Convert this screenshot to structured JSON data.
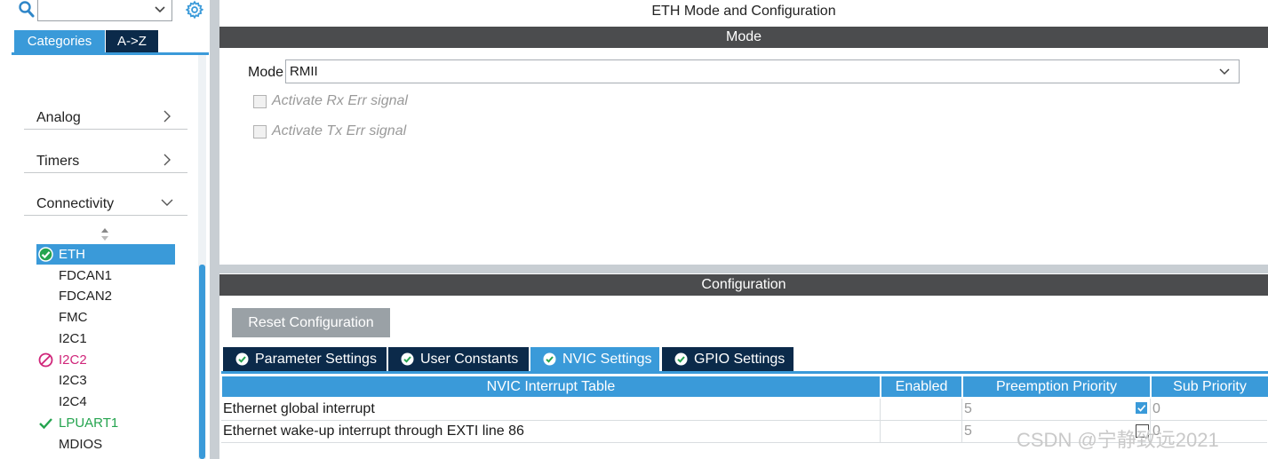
{
  "sidebar": {
    "search": {
      "value": "",
      "placeholder": ""
    },
    "tabs": [
      {
        "label": "Categories",
        "active": true
      },
      {
        "label": "A->Z",
        "active": false
      }
    ],
    "categories": [
      {
        "label": "Analog",
        "expanded": false
      },
      {
        "label": "Timers",
        "expanded": false
      },
      {
        "label": "Connectivity",
        "expanded": true
      }
    ],
    "peripherals": [
      {
        "label": "ETH",
        "status": "ok",
        "selected": true
      },
      {
        "label": "FDCAN1",
        "status": "none"
      },
      {
        "label": "FDCAN2",
        "status": "none"
      },
      {
        "label": "FMC",
        "status": "none"
      },
      {
        "label": "I2C1",
        "status": "none"
      },
      {
        "label": "I2C2",
        "status": "error"
      },
      {
        "label": "I2C3",
        "status": "none"
      },
      {
        "label": "I2C4",
        "status": "none"
      },
      {
        "label": "LPUART1",
        "status": "ok"
      },
      {
        "label": "MDIOS",
        "status": "none"
      }
    ]
  },
  "main": {
    "title": "ETH Mode and Configuration",
    "mode_section": {
      "header": "Mode",
      "mode_label": "Mode",
      "mode_value": "RMII",
      "options": [
        {
          "label": "Activate Rx Err signal",
          "checked": false,
          "enabled": false
        },
        {
          "label": "Activate Tx Err signal",
          "checked": false,
          "enabled": false
        }
      ]
    },
    "config_section": {
      "header": "Configuration",
      "reset_label": "Reset Configuration",
      "tabs": [
        {
          "label": "Parameter Settings",
          "active": false
        },
        {
          "label": "User Constants",
          "active": false
        },
        {
          "label": "NVIC Settings",
          "active": true
        },
        {
          "label": "GPIO Settings",
          "active": false
        }
      ],
      "nvic_table": {
        "columns": [
          "NVIC Interrupt Table",
          "Enabled",
          "Preemption Priority",
          "Sub Priority"
        ],
        "rows": [
          {
            "name": "Ethernet global interrupt",
            "enabled": true,
            "preemption": "5",
            "sub": "0"
          },
          {
            "name": "Ethernet wake-up interrupt through EXTI line 86",
            "enabled": false,
            "preemption": "5",
            "sub": "0"
          }
        ]
      }
    },
    "watermark": "CSDN @宁静致远2021"
  },
  "colors": {
    "accent": "#3a9ad9",
    "dark_tab": "#0b2a4a",
    "section_bar": "#4b4c4e",
    "ok": "#25a44f",
    "error": "#d0267a"
  }
}
